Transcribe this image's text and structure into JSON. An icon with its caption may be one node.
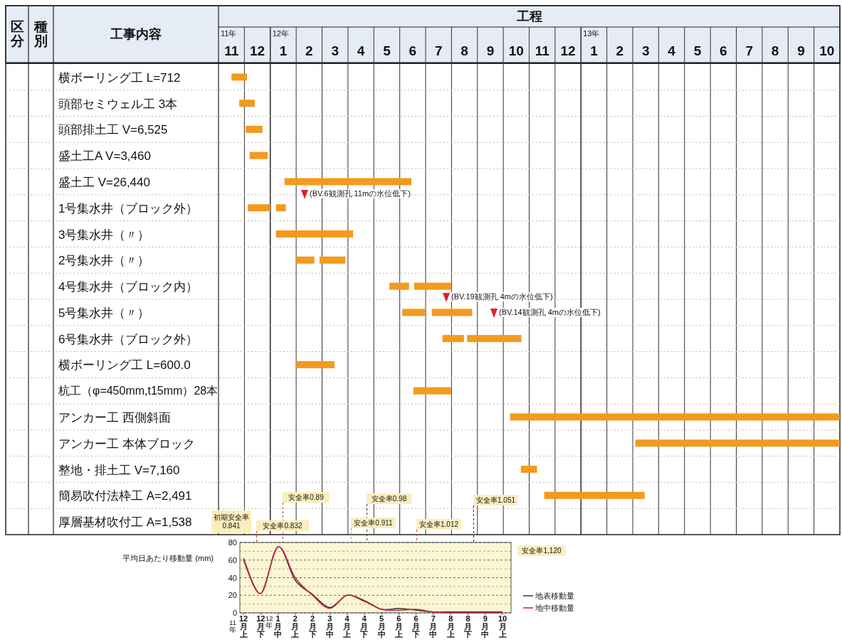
{
  "diagram": {
    "nodes": [
      {
        "text": [
          "初期安全率0.841"
        ]
      },
      {
        "text": [
          "安全率0.832"
        ]
      },
      {
        "text": [
          "安全率0.89"
        ]
      },
      {
        "text": [
          "安全率0.98"
        ]
      },
      {
        "text": [
          "安全率0.911"
        ]
      },
      {
        "text": [
          "安全率1.012"
        ]
      },
      {
        "text": [
          "安全率1.051"
        ]
      },
      {
        "text": [
          "安全率1,120"
        ]
      }
    ],
    "edges": [
      {
        "from": 1,
        "to": null,
        "arrow": "none",
        "style": "dashed"
      },
      {
        "from": 2,
        "to": null,
        "arrow": "none",
        "style": "dashed"
      },
      {
        "from": 3,
        "to": null,
        "arrow": "none",
        "style": "dashed",
        "color": "#333333"
      },
      {
        "from": 4,
        "to": null,
        "arrow": "none",
        "style": "dashed",
        "color": "#999999"
      },
      {
        "from": 5,
        "to": null,
        "arrow": "none",
        "style": "dashed"
      },
      {
        "from": 6,
        "to": null,
        "arrow": "none",
        "style": "dashed",
        "color": "#333333"
      }
    ],
    "labels": [
      "区分",
      "種別",
      "工事内容",
      "工程",
      "11年",
      "12年",
      "13年",
      "11",
      "12",
      "1",
      "2",
      "3",
      "4",
      "5",
      "6",
      "7",
      "8",
      "9",
      "10",
      "11",
      "12",
      "1",
      "2",
      "3",
      "4",
      "5",
      "6",
      "7",
      "8",
      "9",
      "10",
      "横ボーリング工 L=712",
      "頭部セミウェル工 3本",
      "頭部排土工 V=6,525",
      "盛土工A V=3,460",
      "盛土工 V=26,440",
      "1号集水井（ブロック外）",
      "3号集水井（〃）",
      "2号集水井（〃）",
      "4号集水井（ブロック内）",
      "5号集水井（〃）",
      "6号集水井（ブロック外）",
      "横ボーリング工 L=600.0",
      "杭工（φ=450mm,t15mm）28本",
      "アンカー工 西側斜面",
      "アンカー工 本体ブロック",
      "整地・排土工 V=7,160",
      "簡易吹付法枠工 A=2,491",
      "厚層基材吹付工 A=1,538",
      "(BV.6観測孔 11mの水位低下)",
      "(BV.19観測孔 4mの水位低下)",
      "(BV.14観測孔 4mの水位低下)",
      "11年",
      "12年"
    ],
    "chart_data": {
      "type": "line",
      "ylabel": "平均日あたり移動量 (mm)",
      "categories": [
        "12月上",
        "12月下",
        "1月中",
        "2月上",
        "2月下",
        "3月中",
        "4月上",
        "4月下",
        "5月中",
        "6月上",
        "6月下",
        "7月中",
        "8月上",
        "8月下",
        "9月中",
        "10月上"
      ],
      "series": [
        {
          "name": "地表移動量",
          "color": "#333333",
          "values": [
            62,
            22,
            75,
            37,
            21,
            6,
            20,
            14,
            4,
            5,
            3,
            1,
            1,
            1,
            1,
            1
          ]
        },
        {
          "name": "地中移動量",
          "color": "#cc1f4a",
          "values": [
            60,
            22,
            75,
            40,
            20,
            5,
            20,
            13,
            4,
            3,
            4,
            1,
            0,
            0,
            0,
            0
          ]
        }
      ],
      "ylim": [
        0,
        80
      ],
      "yticks": [
        0,
        20,
        40,
        60,
        80
      ],
      "grid": true,
      "legend": "right"
    }
  }
}
